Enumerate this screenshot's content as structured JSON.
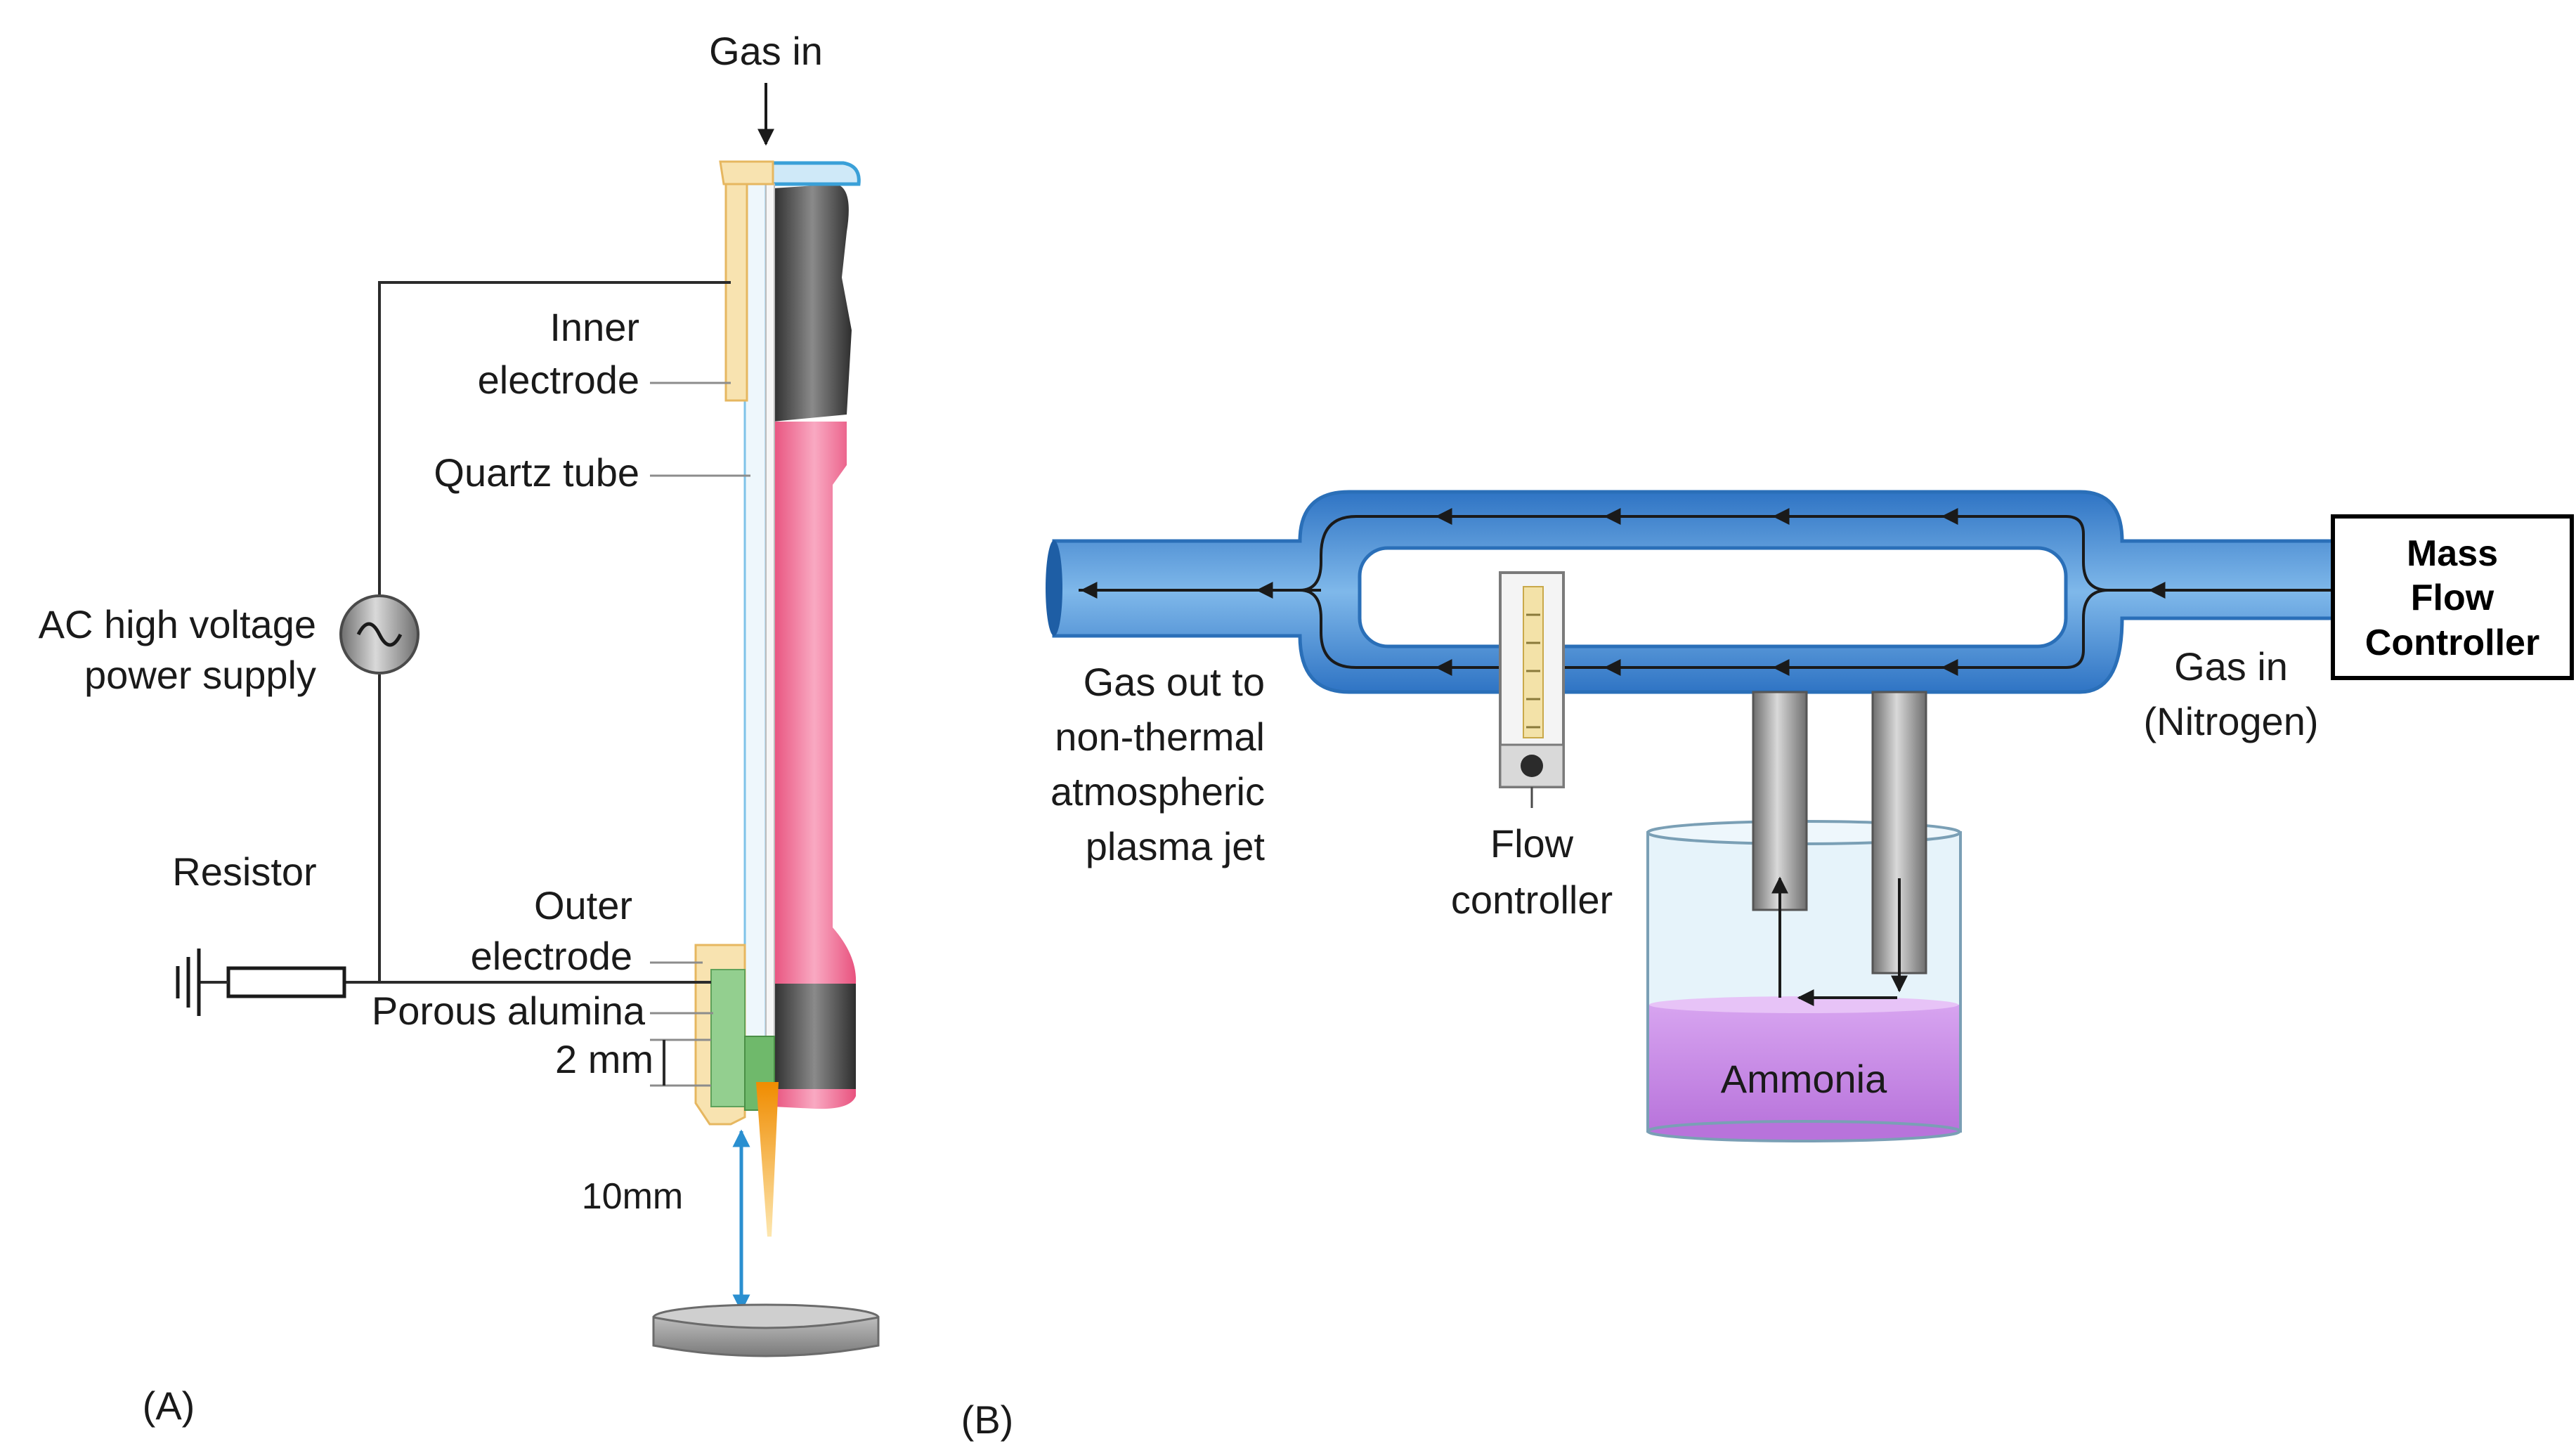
{
  "panel_a": {
    "panel_label": "(A)",
    "gas_in": "Gas in",
    "inner_electrode_line1": "Inner",
    "inner_electrode_line2": "electrode",
    "quartz_tube": "Quartz tube",
    "power_supply_line1": "AC high voltage",
    "power_supply_line2": "power supply",
    "resistor": "Resistor",
    "outer_electrode_line1": "Outer",
    "outer_electrode_line2": "electrode",
    "porous_alumina": "Porous alumina",
    "gap_2mm": "2 mm",
    "distance_10mm": "10mm"
  },
  "panel_b": {
    "panel_label": "(B)",
    "gas_out_line1": "Gas out to",
    "gas_out_line2": "non-thermal",
    "gas_out_line3": "atmospheric",
    "gas_out_line4": "plasma jet",
    "flow_controller_line1": "Flow",
    "flow_controller_line2": "controller",
    "ammonia": "Ammonia",
    "gas_in_line1": "Gas in",
    "gas_in_line2": "(Nitrogen)",
    "mfc_line1": "Mass",
    "mfc_line2": "Flow",
    "mfc_line3": "Controller"
  },
  "colors": {
    "pipe_blue": "#4a90d9",
    "pipe_edge": "#2a6fb8",
    "quartz_pink": "#f2749a",
    "electrode_yellow": "#f6dca0",
    "alumina_green": "#7cc17a",
    "plasma_orange": "#f5a623",
    "ammonia_purple": "#c48be0",
    "glass_blue": "#d6ecf6"
  }
}
